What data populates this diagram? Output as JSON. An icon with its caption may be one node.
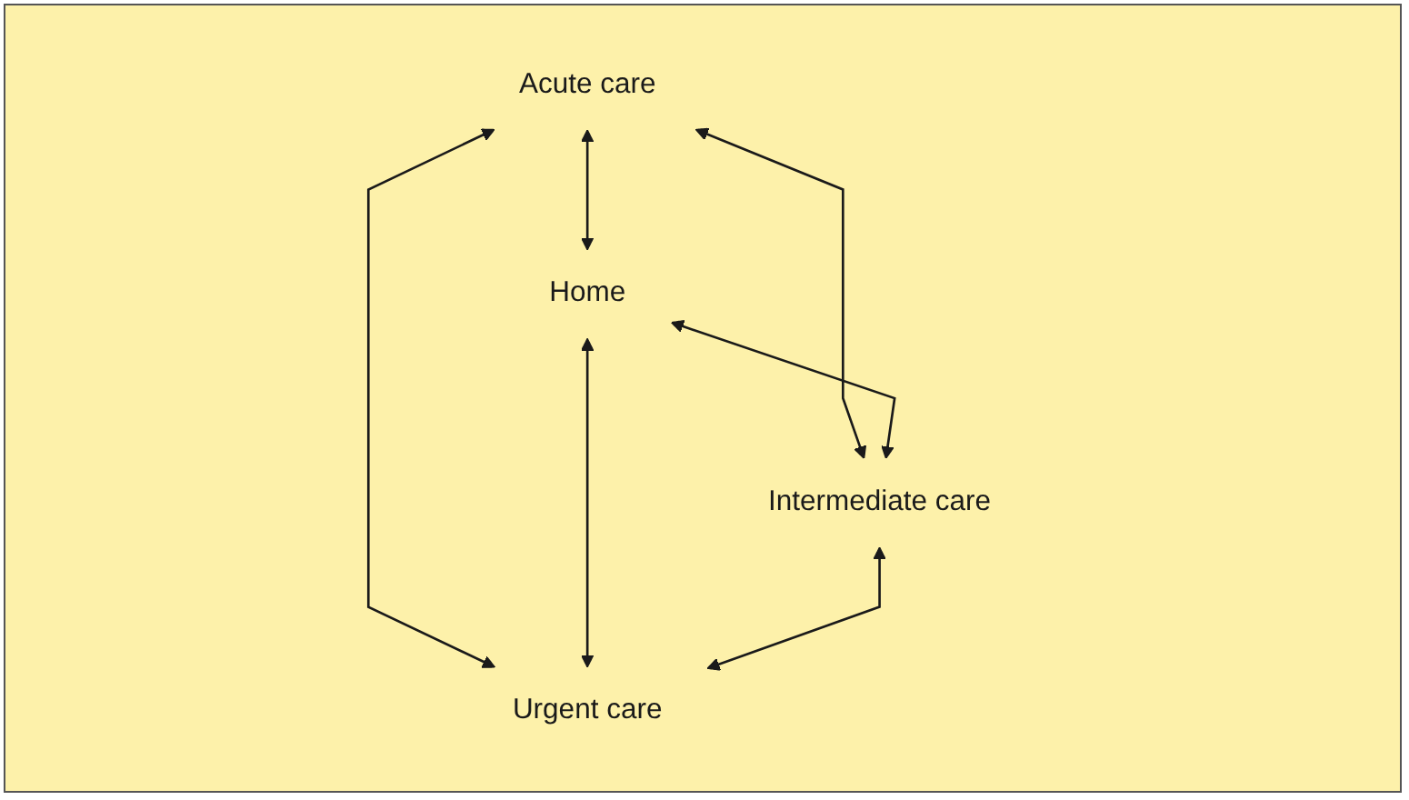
{
  "diagram": {
    "nodes": [
      {
        "text": [
          "Acute care"
        ]
      },
      {
        "text": [
          "Home"
        ]
      },
      {
        "text": [
          "Intermediate care"
        ]
      },
      {
        "text": [
          "Urgent care"
        ]
      }
    ],
    "edges": [
      {
        "from": 0,
        "to": 1,
        "arrow": "both"
      },
      {
        "from": 0,
        "to": 2,
        "arrow": "both"
      },
      {
        "from": 0,
        "to": 3,
        "arrow": "both"
      },
      {
        "from": 1,
        "to": 2,
        "arrow": "both"
      },
      {
        "from": 1,
        "to": 3,
        "arrow": "both"
      },
      {
        "from": 2,
        "to": 3,
        "arrow": "both"
      }
    ]
  }
}
